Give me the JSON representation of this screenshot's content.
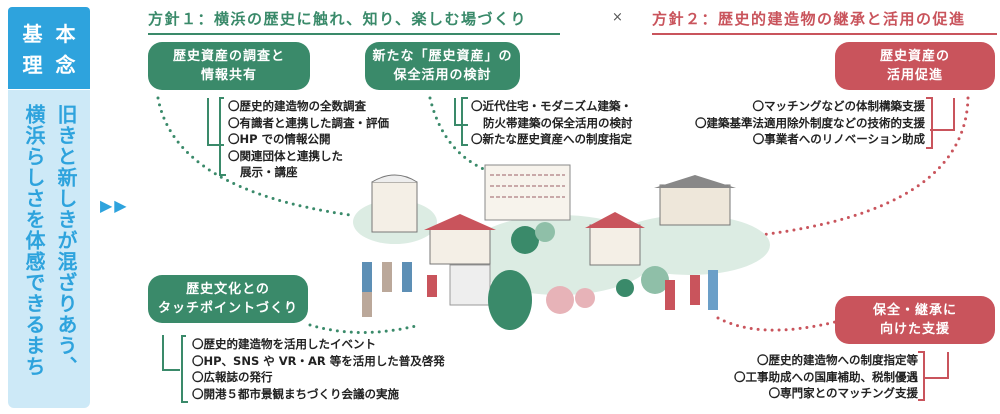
{
  "basic_philosophy": {
    "title_chars": [
      "基",
      "本",
      "理",
      "念"
    ],
    "line1": "旧きと新しきが混ざりあう、",
    "line2": "横浜らしさを体感できるまち"
  },
  "arrows": "▶▶",
  "policy1": {
    "title": "方針１：横浜の歴史に触れ、知り、楽しむ場づくり",
    "color": "#3a8a6a"
  },
  "times": "×",
  "policy2": {
    "title": "方針２：歴史的建造物の継承と活用の促進",
    "color": "#c9545c"
  },
  "boxes": {
    "survey": {
      "l1": "歴史資産の調査と",
      "l2": "情報共有",
      "items": [
        "〇歴史的建造物の全数調査",
        "〇有識者と連携した調査・評価",
        "〇HP での情報公開",
        "〇関連団体と連携した",
        "展示・講座"
      ]
    },
    "new_assets": {
      "l1": "新たな「歴史資産」の",
      "l2": "保全活用の検討",
      "items": [
        "〇近代住宅・モダニズム建築・",
        "防火帯建築の保全活用の検討",
        "〇新たな歴史資産への制度指定"
      ]
    },
    "touchpoint": {
      "l1": "歴史文化との",
      "l2": "タッチポイントづくり",
      "items": [
        "〇歴史的建造物を活用したイベント",
        "〇HP、SNS や VR・AR 等を活用した普及啓発",
        "〇広報誌の発行",
        "〇開港５都市景観まちづくり会議の実施"
      ]
    },
    "utilization": {
      "l1": "歴史資産の",
      "l2": "活用促進",
      "items": [
        "〇マッチングなどの体制構築支援",
        "〇建築基準法適用除外制度などの技術的支援",
        "〇事業者へのリノベーション助成"
      ]
    },
    "preservation": {
      "l1": "保全・継承に",
      "l2": "向けた支援",
      "items": [
        "〇歴史的建造物への制度指定等",
        "〇工事助成への国庫補助、税制優遇",
        "〇専門家とのマッチング支援"
      ]
    }
  }
}
